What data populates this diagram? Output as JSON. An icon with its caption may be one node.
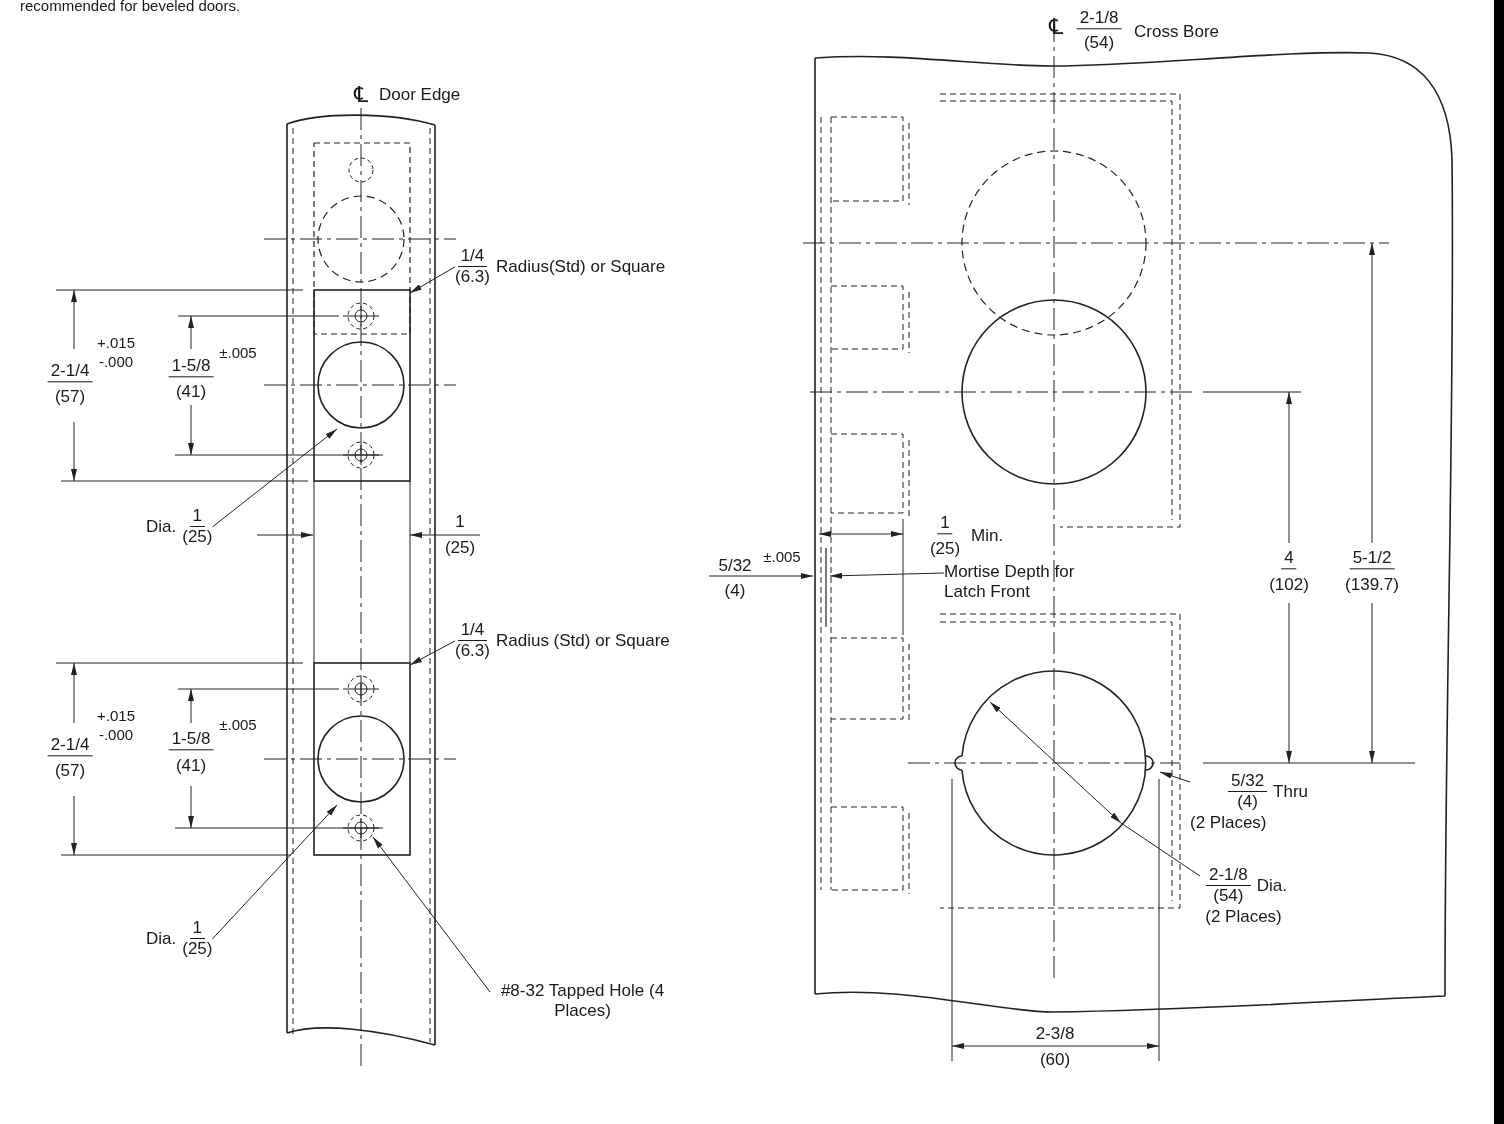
{
  "diagram": {
    "nodes": [
      {
        "text": [
          "1/4",
          "(6.3)",
          "Radius(Std) or Square"
        ]
      },
      {
        "text": [
          "Dia.",
          "1",
          "(25)"
        ]
      },
      {
        "text": [
          "1/4",
          "(6.3)",
          "Radius (Std) or Square"
        ]
      },
      {
        "text": [
          "Dia.",
          "1",
          "(25)"
        ]
      },
      {
        "text": [
          "#8-32 Tapped Hole (4 Places)"
        ]
      },
      {
        "text": [
          "5/32",
          "(4)",
          "Thru",
          "(2 Places)"
        ]
      },
      {
        "text": [
          "2-1/8",
          "(54)",
          "Dia.",
          "(2 Places)"
        ]
      },
      {
        "text": [
          "Mortise Depth for Latch Front"
        ]
      }
    ],
    "edges": [
      {
        "from": 0,
        "to": null,
        "arrow": "to"
      },
      {
        "from": 1,
        "to": null,
        "arrow": "to"
      },
      {
        "from": 2,
        "to": null,
        "arrow": "to"
      },
      {
        "from": 3,
        "to": null,
        "arrow": "to"
      },
      {
        "from": 4,
        "to": null,
        "arrow": "to"
      },
      {
        "from": 5,
        "to": null,
        "arrow": "to"
      },
      {
        "from": 6,
        "to": null,
        "arrow": "none"
      },
      {
        "from": 7,
        "to": null,
        "arrow": "to"
      }
    ],
    "labels": [
      "recommended for beveled doors.",
      "℄",
      "Door Edge",
      "2-1/4",
      "(57)",
      "+.015",
      "-.000",
      "1-5/8",
      "(41)",
      "±.005",
      "1",
      "(25)",
      "2-1/4",
      "(57)",
      "+.015",
      "-.000",
      "1-5/8",
      "(41)",
      "±.005",
      "℄",
      "2-1/8",
      "(54)",
      "Cross Bore",
      "1",
      "(25)",
      "Min.",
      "5/32",
      "±.005",
      "(4)",
      "4",
      "(102)",
      "5-1/2",
      "(139.7)",
      "2-3/8",
      "(60)"
    ]
  }
}
